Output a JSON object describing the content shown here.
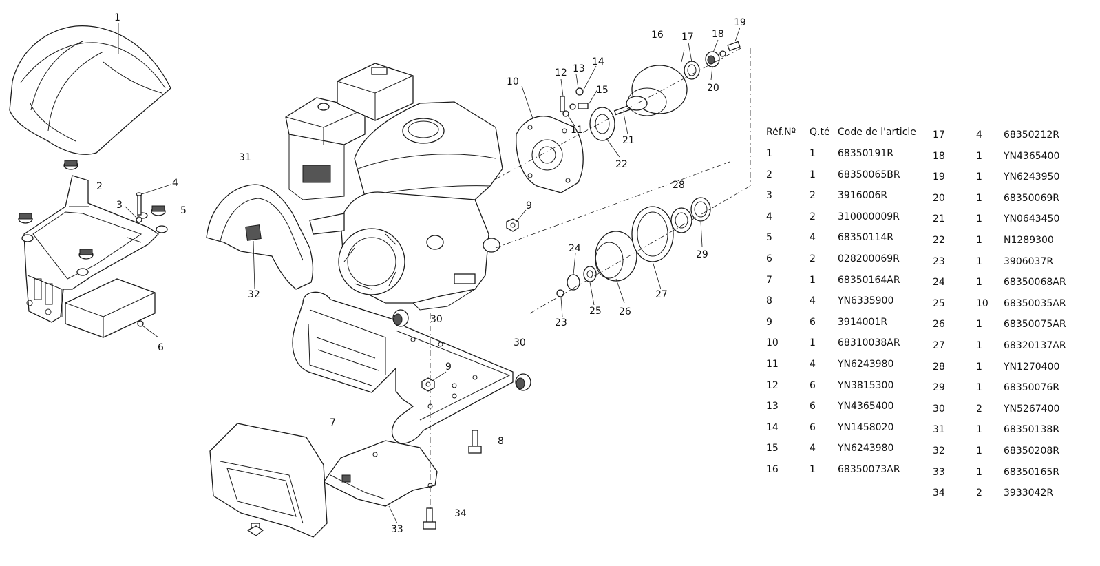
{
  "diagram": {
    "callouts": [
      {
        "id": "1",
        "label": "1"
      },
      {
        "id": "2",
        "label": "2"
      },
      {
        "id": "3",
        "label": "3"
      },
      {
        "id": "4",
        "label": "4"
      },
      {
        "id": "5",
        "label": "5"
      },
      {
        "id": "6",
        "label": "6"
      },
      {
        "id": "7",
        "label": "7"
      },
      {
        "id": "8",
        "label": "8"
      },
      {
        "id": "9a",
        "label": "9"
      },
      {
        "id": "9b",
        "label": "9"
      },
      {
        "id": "10",
        "label": "10"
      },
      {
        "id": "11",
        "label": "11"
      },
      {
        "id": "12",
        "label": "12"
      },
      {
        "id": "13",
        "label": "13"
      },
      {
        "id": "14",
        "label": "14"
      },
      {
        "id": "15",
        "label": "15"
      },
      {
        "id": "16",
        "label": "16"
      },
      {
        "id": "17",
        "label": "17"
      },
      {
        "id": "18",
        "label": "18"
      },
      {
        "id": "19",
        "label": "19"
      },
      {
        "id": "20",
        "label": "20"
      },
      {
        "id": "21",
        "label": "21"
      },
      {
        "id": "22",
        "label": "22"
      },
      {
        "id": "23",
        "label": "23"
      },
      {
        "id": "24",
        "label": "24"
      },
      {
        "id": "25",
        "label": "25"
      },
      {
        "id": "26",
        "label": "26"
      },
      {
        "id": "27",
        "label": "27"
      },
      {
        "id": "28",
        "label": "28"
      },
      {
        "id": "29",
        "label": "29"
      },
      {
        "id": "30a",
        "label": "30"
      },
      {
        "id": "30b",
        "label": "30"
      },
      {
        "id": "31",
        "label": "31"
      },
      {
        "id": "32",
        "label": "32"
      },
      {
        "id": "33",
        "label": "33"
      },
      {
        "id": "34",
        "label": "34"
      }
    ]
  },
  "parts_table": {
    "headers": {
      "ref": "Réf.Nº",
      "qty": "Q.té",
      "code": "Code de l'article"
    },
    "left_rows": [
      {
        "ref": "1",
        "qty": "1",
        "code": "68350191R"
      },
      {
        "ref": "2",
        "qty": "1",
        "code": "68350065BR"
      },
      {
        "ref": "3",
        "qty": "2",
        "code": "3916006R"
      },
      {
        "ref": "4",
        "qty": "2",
        "code": "310000009R"
      },
      {
        "ref": "5",
        "qty": "4",
        "code": "68350114R"
      },
      {
        "ref": "6",
        "qty": "2",
        "code": "028200069R"
      },
      {
        "ref": "7",
        "qty": "1",
        "code": "68350164AR"
      },
      {
        "ref": "8",
        "qty": "4",
        "code": "YN6335900"
      },
      {
        "ref": "9",
        "qty": "6",
        "code": "3914001R"
      },
      {
        "ref": "10",
        "qty": "1",
        "code": "68310038AR"
      },
      {
        "ref": "11",
        "qty": "4",
        "code": "YN6243980"
      },
      {
        "ref": "12",
        "qty": "6",
        "code": "YN3815300"
      },
      {
        "ref": "13",
        "qty": "6",
        "code": "YN4365400"
      },
      {
        "ref": "14",
        "qty": "6",
        "code": "YN1458020"
      },
      {
        "ref": "15",
        "qty": "4",
        "code": "YN6243980"
      },
      {
        "ref": "16",
        "qty": "1",
        "code": "68350073AR"
      }
    ],
    "right_rows": [
      {
        "ref": "17",
        "qty": "4",
        "code": "68350212R"
      },
      {
        "ref": "18",
        "qty": "1",
        "code": "YN4365400"
      },
      {
        "ref": "19",
        "qty": "1",
        "code": "YN6243950"
      },
      {
        "ref": "20",
        "qty": "1",
        "code": "68350069R"
      },
      {
        "ref": "21",
        "qty": "1",
        "code": "YN0643450"
      },
      {
        "ref": "22",
        "qty": "1",
        "code": "N1289300"
      },
      {
        "ref": "23",
        "qty": "1",
        "code": "3906037R"
      },
      {
        "ref": "24",
        "qty": "1",
        "code": "68350068AR"
      },
      {
        "ref": "25",
        "qty": "10",
        "code": "68350035AR"
      },
      {
        "ref": "26",
        "qty": "1",
        "code": "68350075AR"
      },
      {
        "ref": "27",
        "qty": "1",
        "code": "68320137AR"
      },
      {
        "ref": "28",
        "qty": "1",
        "code": "YN1270400"
      },
      {
        "ref": "29",
        "qty": "1",
        "code": "68350076R"
      },
      {
        "ref": "30",
        "qty": "2",
        "code": "YN5267400"
      },
      {
        "ref": "31",
        "qty": "1",
        "code": "68350138R"
      },
      {
        "ref": "32",
        "qty": "1",
        "code": "68350208R"
      },
      {
        "ref": "33",
        "qty": "1",
        "code": "68350165R"
      },
      {
        "ref": "34",
        "qty": "2",
        "code": "3933042R"
      }
    ]
  }
}
